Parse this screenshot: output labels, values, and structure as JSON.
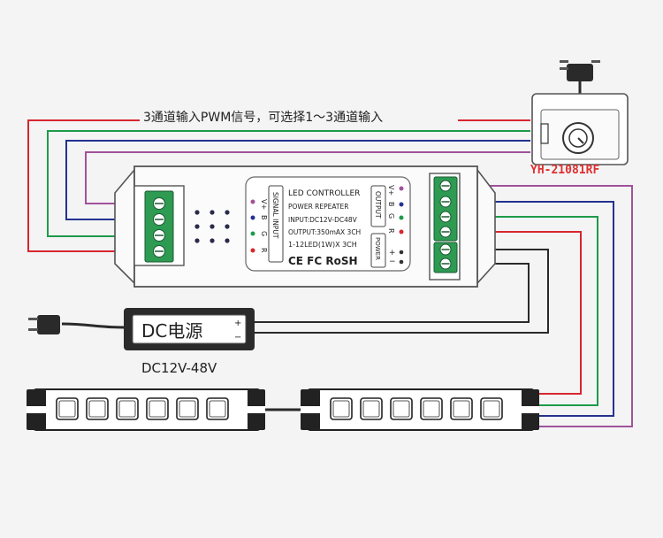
{
  "signal_note": "3通道输入PWM信号，可选择1～3通道输入",
  "controller": {
    "signal_input_label": "SIGNAL INPUT",
    "output_label": "OUTPUT",
    "power_label": "POWER",
    "title": "LED CONTROLLER",
    "subtitle": "POWER REPEATER",
    "input_spec": "INPUT:DC12V-DC48V",
    "output_spec": "OUTPUT:350mAX 3CH",
    "led_spec": "1-12LED(1W)X 3CH",
    "cert_marks": "CE FC RoSH",
    "input_pins": [
      "V+",
      "B",
      "G",
      "R"
    ],
    "output_pins": [
      "V+",
      "B",
      "G",
      "R"
    ],
    "power_pins": [
      "+",
      "−"
    ]
  },
  "dimmer": {
    "model": "YH-21081RF"
  },
  "power_supply": {
    "label": "DC电源",
    "plus": "+",
    "minus": "−",
    "voltage": "DC12V-48V"
  },
  "colors": {
    "red_wire": "#d8262e",
    "green_wire": "#1f9a4a",
    "blue_wire": "#24328f",
    "violet_wire": "#a0529a",
    "black_wire": "#2a2a2a",
    "model_text": "#e03030"
  }
}
